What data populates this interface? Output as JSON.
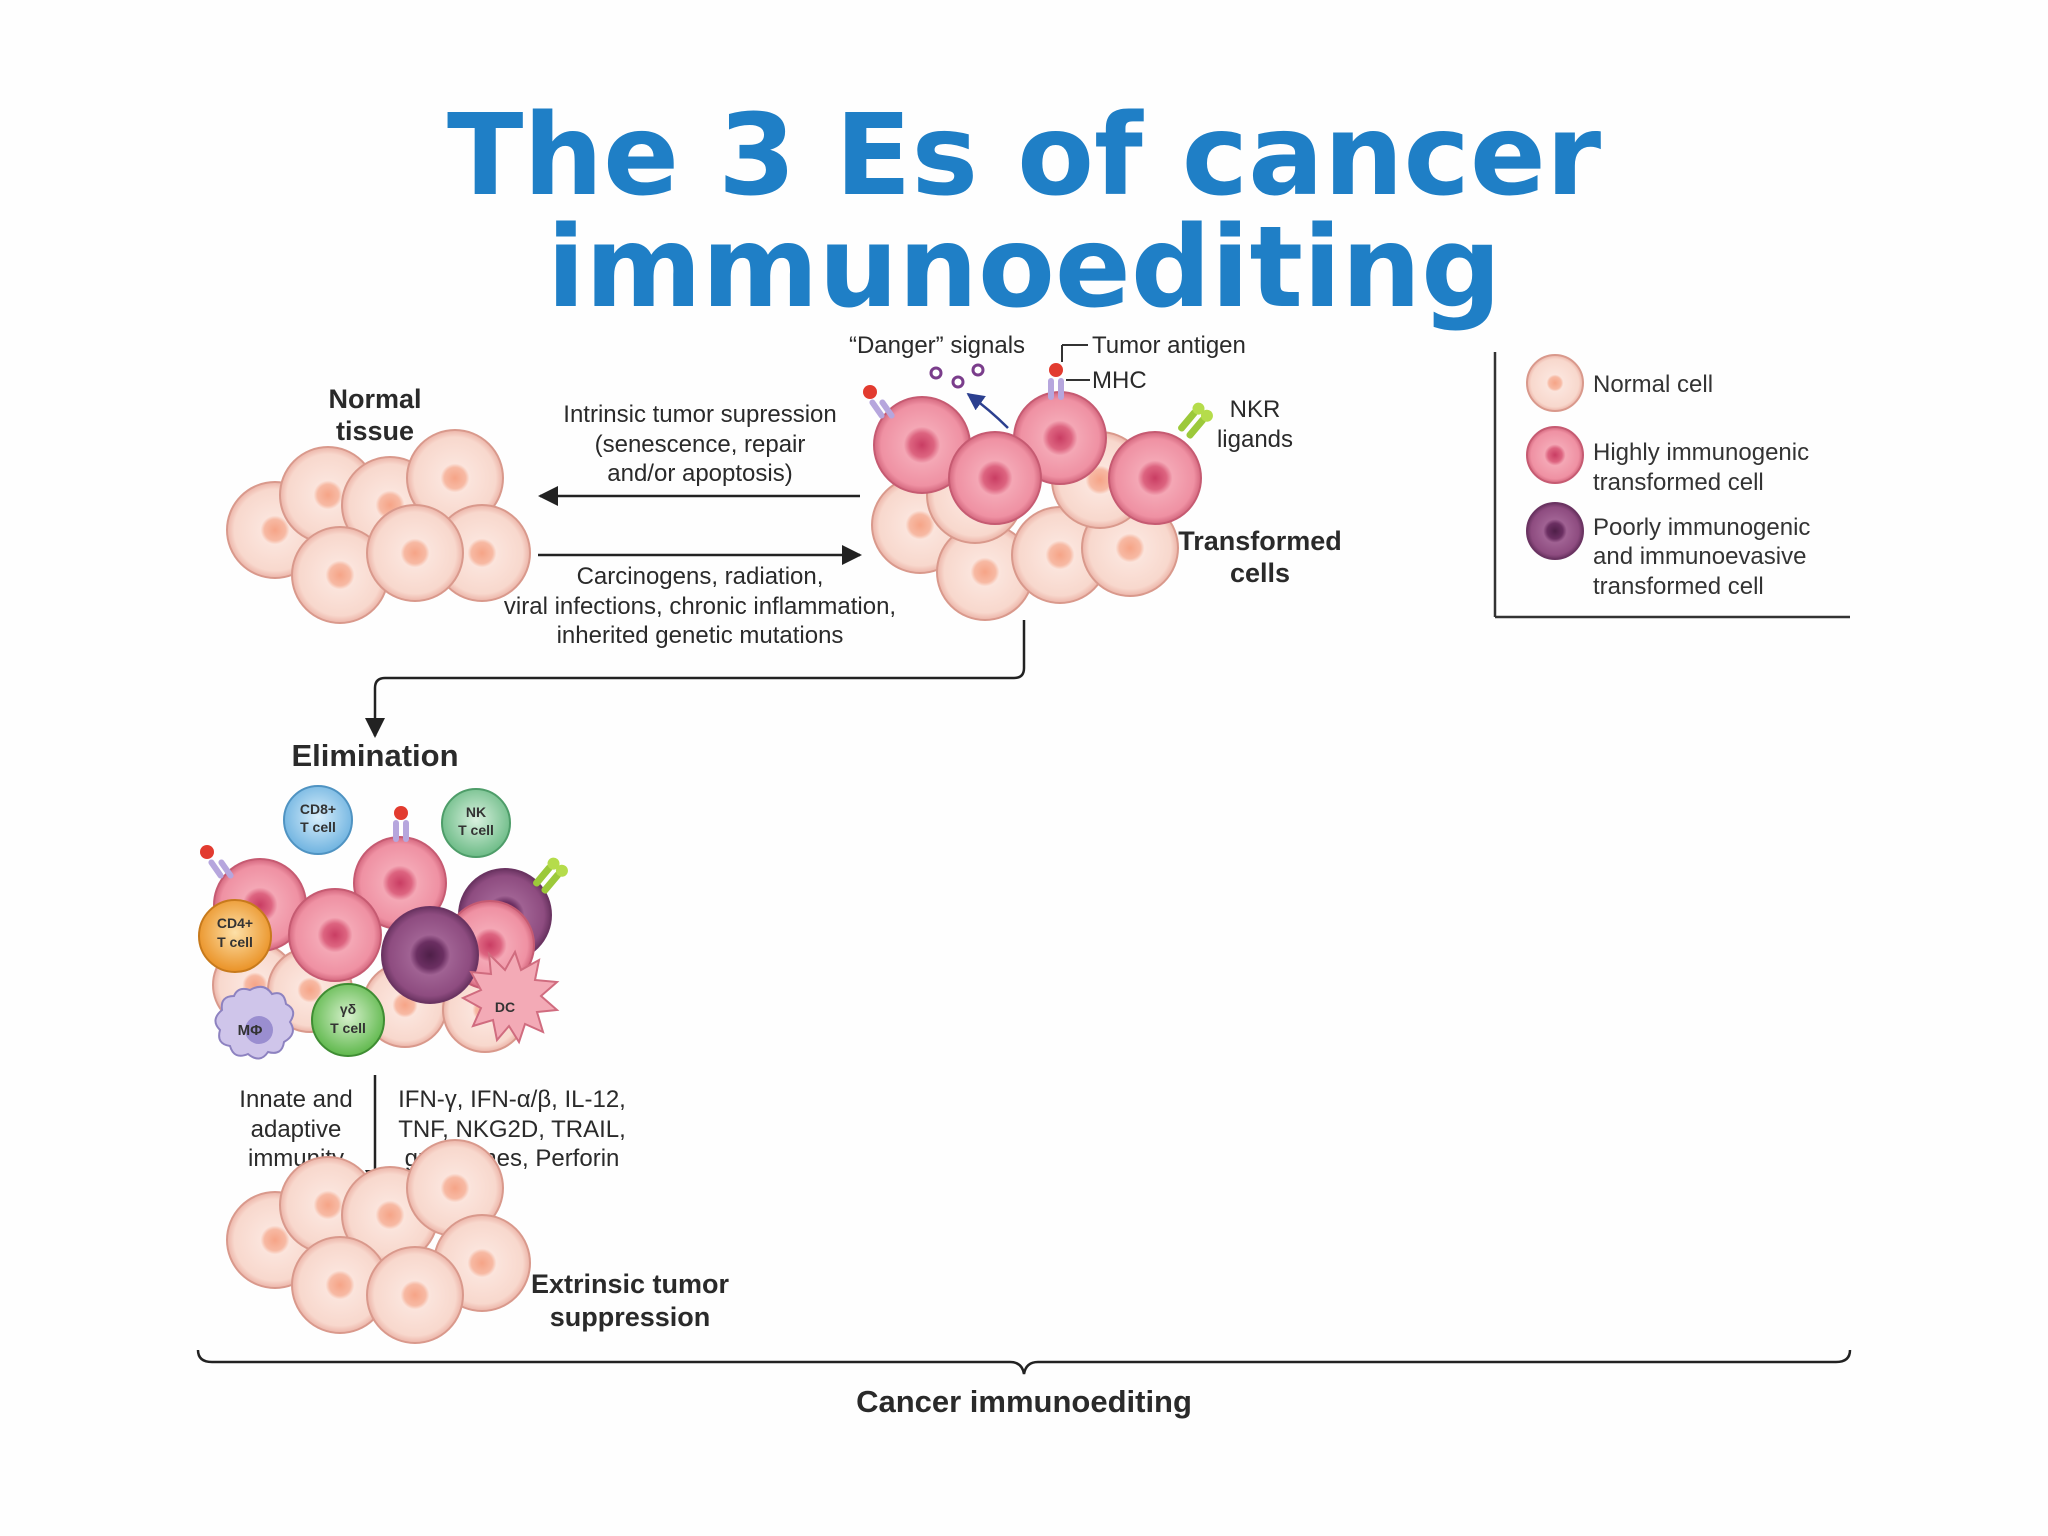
{
  "title": "The 3 Es of cancer immunoediting",
  "labels": {
    "normal_tissue": [
      "Normal",
      "tissue"
    ],
    "intrinsic": [
      "Intrinsic tumor supression",
      "(senescence, repair",
      "and/or apoptosis)"
    ],
    "carcinogens": [
      "Carcinogens, radiation,",
      "viral infections, chronic inflammation,",
      "inherited genetic mutations"
    ],
    "danger": "“Danger” signals",
    "tumor_antigen": "Tumor antigen",
    "mhc": "MHC",
    "nkr": [
      "NKR",
      "ligands"
    ],
    "transformed": [
      "Transformed",
      "cells"
    ],
    "elimination": "Elimination",
    "cd8": [
      "CD8+",
      "T cell"
    ],
    "nk": [
      "NK",
      "T cell"
    ],
    "cd4": [
      "CD4+",
      "T cell"
    ],
    "macrophage": "MΦ",
    "gd": [
      "γδ",
      "T cell"
    ],
    "dc": "DC",
    "innate": [
      "Innate and",
      "adaptive",
      "immunity"
    ],
    "cytokines": [
      "IFN-γ, IFN-α/β, IL-12,",
      "TNF, NKG2D, TRAIL,",
      "granzymes, Perforin"
    ],
    "extrinsic": [
      "Extrinsic tumor",
      "suppression"
    ],
    "cancer_immunoediting": "Cancer immunoediting"
  },
  "legend": {
    "normal": [
      "Normal cell"
    ],
    "highly": [
      "Highly immunogenic",
      "transformed cell"
    ],
    "poorly": [
      "Poorly immunogenic",
      "and immunoevasive",
      "transformed cell"
    ]
  },
  "colors": {
    "title": "#1f7fc6",
    "normal_cell": "#f9d8cf",
    "highly_cell": "#e87f94",
    "poorly_cell": "#8d4a7a",
    "cd8": "#8cc6ea",
    "nk": "#8fcfa4",
    "cd4": "#f0a53e",
    "gd": "#7cc86a",
    "macrophage": "#c7bde3",
    "dc": "#f2a9b4"
  }
}
